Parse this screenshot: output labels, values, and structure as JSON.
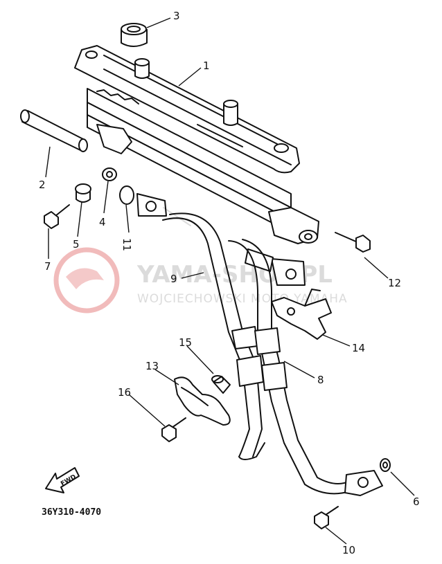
{
  "diagram": {
    "part_code": "36Y310-4070",
    "direction_label": "FWD",
    "watermark": {
      "title": "YAMA-SHOP.PL",
      "subtitle": "WOJCIECHOWSKI MOTO YAMAHA",
      "color": "#f2b8b8"
    },
    "callouts": [
      {
        "id": "c1",
        "label": "1"
      },
      {
        "id": "c2",
        "label": "2"
      },
      {
        "id": "c3",
        "label": "3"
      },
      {
        "id": "c4",
        "label": "4"
      },
      {
        "id": "c5",
        "label": "5"
      },
      {
        "id": "c6",
        "label": "6"
      },
      {
        "id": "c7",
        "label": "7"
      },
      {
        "id": "c8",
        "label": "8"
      },
      {
        "id": "c9",
        "label": "9"
      },
      {
        "id": "c10",
        "label": "10"
      },
      {
        "id": "c11",
        "label": "11"
      },
      {
        "id": "c12",
        "label": "12"
      },
      {
        "id": "c13",
        "label": "13"
      },
      {
        "id": "c14",
        "label": "14"
      },
      {
        "id": "c15",
        "label": "15"
      },
      {
        "id": "c16",
        "label": "16"
      }
    ]
  }
}
